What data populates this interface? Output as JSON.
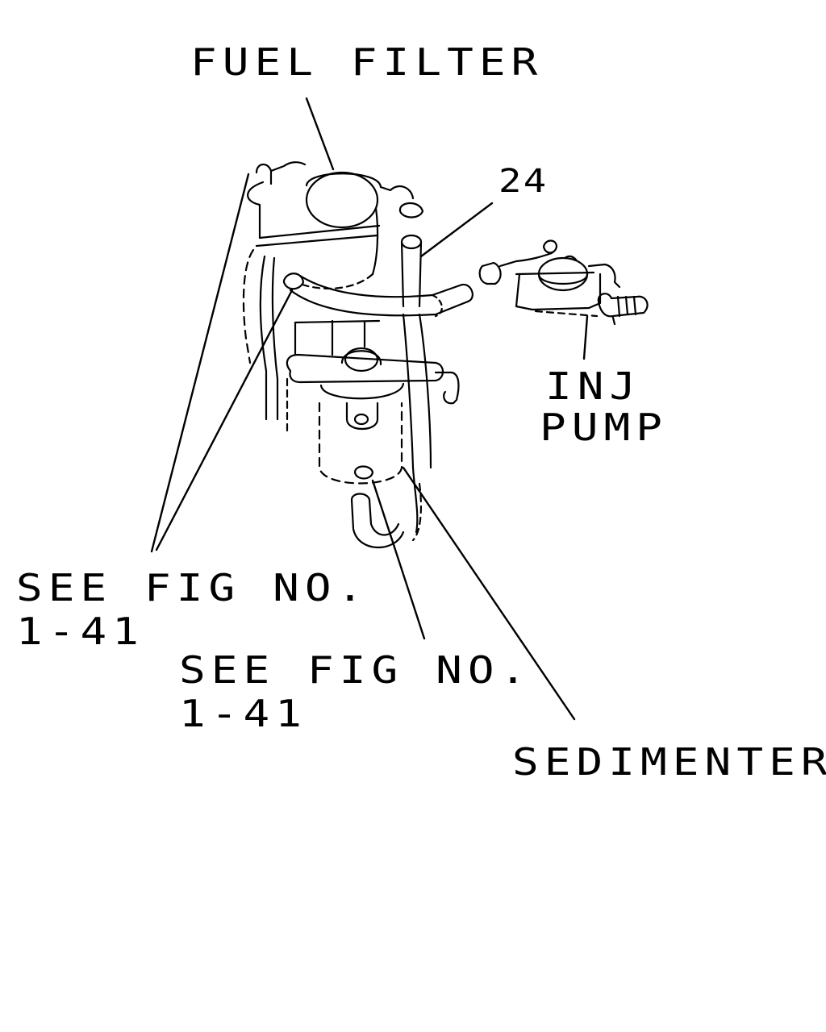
{
  "labels": {
    "fuel_filter": "FUEL FILTER",
    "ref_number": "24",
    "inj_pump_line1": "INJ",
    "inj_pump_line2": "PUMP",
    "see_fig_1_line1": "SEE FIG NO.",
    "see_fig_1_line2": "1-41",
    "see_fig_2_line1": "SEE FIG NO.",
    "see_fig_2_line2": "1-41",
    "sedimenter": "SEDIMENTER"
  },
  "colors": {
    "ink": "#000000",
    "paper": "#ffffff"
  }
}
